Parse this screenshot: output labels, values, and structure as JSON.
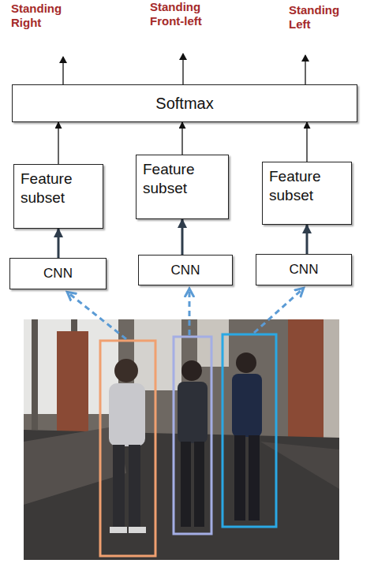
{
  "diagram": {
    "nodes": [
      {
        "text": [
          "Softmax"
        ]
      },
      {
        "text": [
          "Feature subset"
        ]
      },
      {
        "text": [
          "Feature subset"
        ]
      },
      {
        "text": [
          "Feature subset"
        ]
      },
      {
        "text": [
          "CNN"
        ]
      },
      {
        "text": [
          "CNN"
        ]
      },
      {
        "text": [
          "CNN"
        ]
      }
    ],
    "edges": [
      {
        "from": 4,
        "to": 1,
        "arrow": "to"
      },
      {
        "from": 5,
        "to": 2,
        "arrow": "to"
      },
      {
        "from": 6,
        "to": 3,
        "arrow": "to"
      },
      {
        "from": 1,
        "to": 0,
        "arrow": "to"
      },
      {
        "from": 2,
        "to": 0,
        "arrow": "to"
      },
      {
        "from": 3,
        "to": 0,
        "arrow": "to"
      }
    ],
    "labels": [
      "Standing Right",
      "Standing Front-left",
      "Standing Left"
    ]
  }
}
